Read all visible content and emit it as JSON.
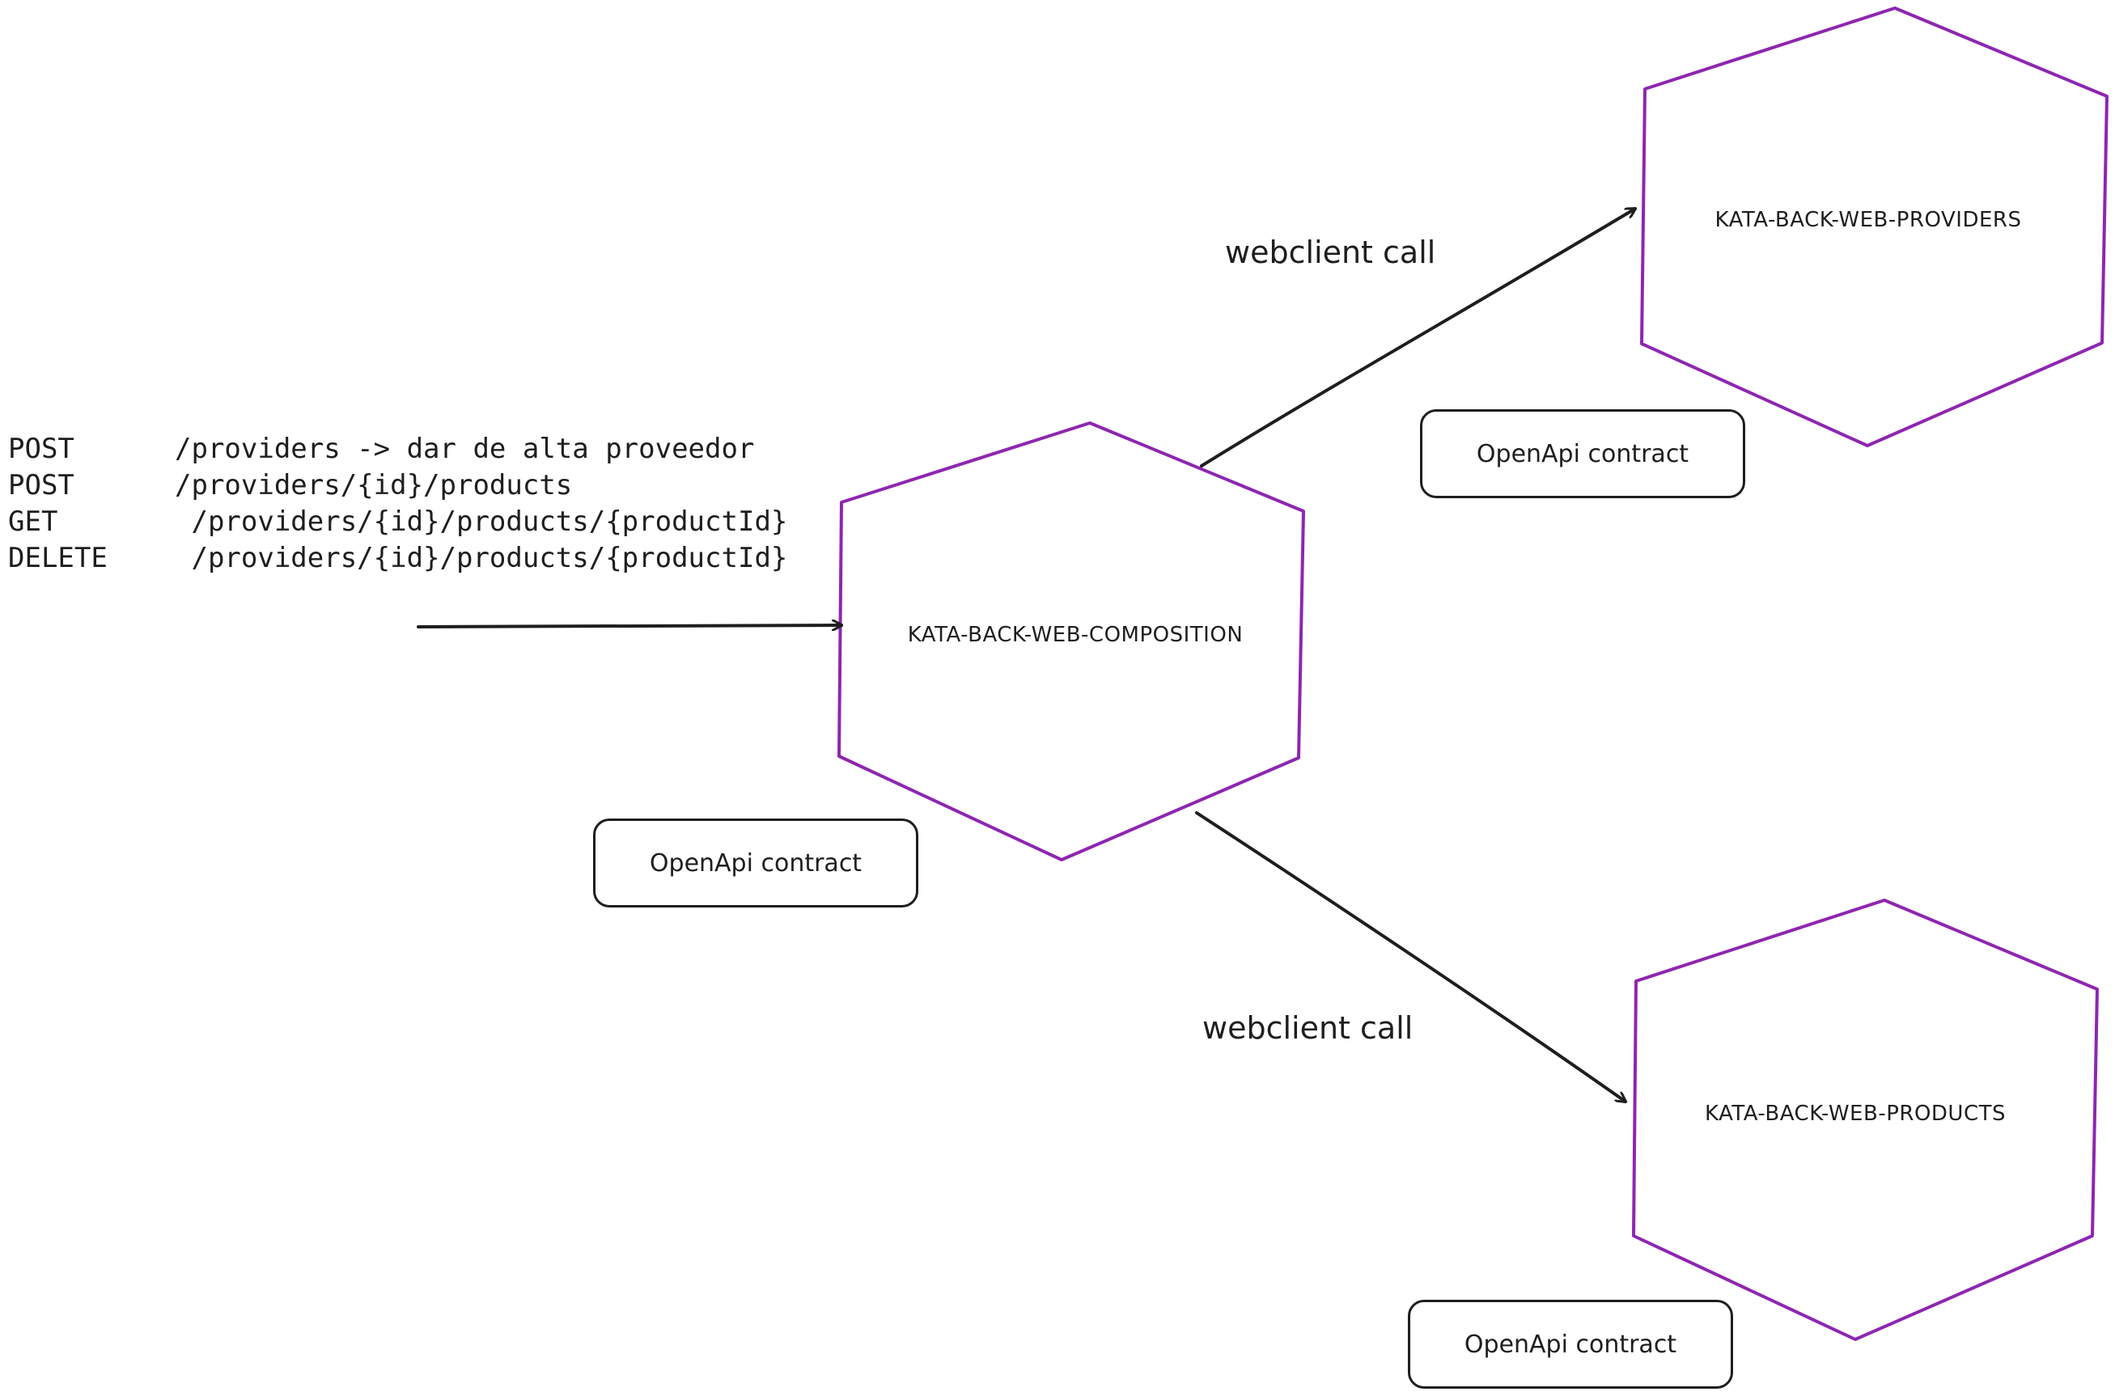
{
  "endpoints": [
    {
      "method": "POST",
      "path": "/providers -> dar de alta proveedor"
    },
    {
      "method": "POST",
      "path": "/providers/{id}/products"
    },
    {
      "method": "GET",
      "path": " /providers/{id}/products/{productId}"
    },
    {
      "method": "DELETE",
      "path": " /providers/{id}/products/{productId}"
    }
  ],
  "nodes": {
    "composition": "KATA-BACK-WEB-COMPOSITION",
    "providers": "KATA-BACK-WEB-PROVIDERS",
    "products": "KATA-BACK-WEB-PRODUCTS"
  },
  "edges": {
    "to_providers": "webclient call",
    "to_products": "webclient call"
  },
  "contracts": {
    "composition": "OpenApi contract",
    "providers": "OpenApi contract",
    "products": "OpenApi contract"
  },
  "colors": {
    "hexagon_stroke": "#8e26b0",
    "ink": "#1e1e1e",
    "background": "#ffffff"
  }
}
